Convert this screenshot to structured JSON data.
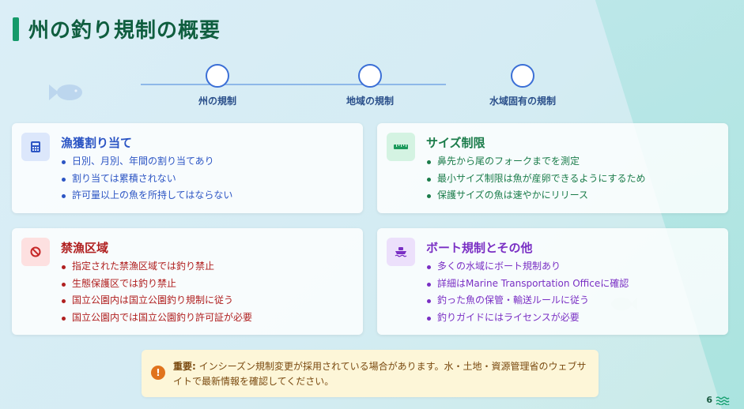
{
  "title": "州の釣り規制の概要",
  "timeline": [
    {
      "label": "州の規制"
    },
    {
      "label": "地域の規制"
    },
    {
      "label": "水域固有の規制"
    }
  ],
  "cards": [
    {
      "title": "漁獲割り当て",
      "icon": "calculator-icon",
      "color": "#2c55c4",
      "items": [
        "日別、月別、年間の割り当てあり",
        "割り当ては累積されない",
        "許可量以上の魚を所持してはならない"
      ]
    },
    {
      "title": "サイズ制限",
      "icon": "ruler-icon",
      "color": "#1b7c4a",
      "items": [
        "鼻先から尾のフォークまでを測定",
        "最小サイズ制限は魚が産卵できるようにするため",
        "保護サイズの魚は速やかにリリース"
      ]
    },
    {
      "title": "禁漁区域",
      "icon": "prohibited-icon",
      "color": "#b02020",
      "items": [
        "指定された禁漁区域では釣り禁止",
        "生態保護区では釣り禁止",
        "国立公園内は国立公園釣り規制に従う",
        "国立公園内では国立公園釣り許可証が必要"
      ]
    },
    {
      "title": "ボート規制とその他",
      "icon": "boat-icon",
      "color": "#7a2fc4",
      "items": [
        "多くの水域にボート規制あり",
        "詳細はMarine Transportation Officeに確認",
        "釣った魚の保管・輸送ルールに従う",
        "釣りガイドにはライセンスが必要"
      ]
    }
  ],
  "notice": {
    "icon": "exclamation-icon",
    "label": "重要:",
    "text": "インシーズン規制変更が採用されている場合があります。水・土地・資源管理省のウェブサイトで最新情報を確認してください。"
  },
  "page_number": "6"
}
